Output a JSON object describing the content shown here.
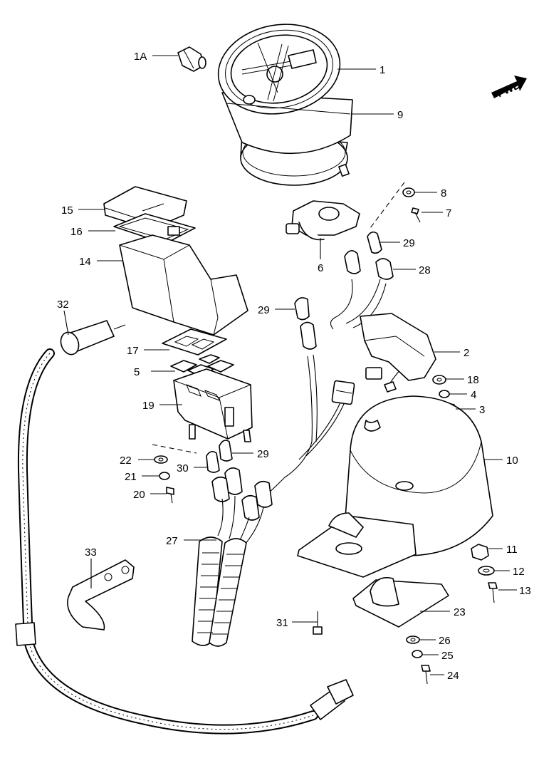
{
  "diagram": {
    "fwd_label": "FWD",
    "callouts": [
      {
        "id": "1A",
        "label": "1A"
      },
      {
        "id": "1",
        "label": "1"
      },
      {
        "id": "9",
        "label": "9"
      },
      {
        "id": "8",
        "label": "8"
      },
      {
        "id": "7",
        "label": "7"
      },
      {
        "id": "15",
        "label": "15"
      },
      {
        "id": "16",
        "label": "16"
      },
      {
        "id": "14",
        "label": "14"
      },
      {
        "id": "29a",
        "label": "29"
      },
      {
        "id": "6",
        "label": "6"
      },
      {
        "id": "28",
        "label": "28"
      },
      {
        "id": "32",
        "label": "32"
      },
      {
        "id": "29b",
        "label": "29"
      },
      {
        "id": "2",
        "label": "2"
      },
      {
        "id": "17",
        "label": "17"
      },
      {
        "id": "18",
        "label": "18"
      },
      {
        "id": "5",
        "label": "5"
      },
      {
        "id": "4",
        "label": "4"
      },
      {
        "id": "19",
        "label": "19"
      },
      {
        "id": "3",
        "label": "3"
      },
      {
        "id": "22",
        "label": "22"
      },
      {
        "id": "29c",
        "label": "29"
      },
      {
        "id": "10",
        "label": "10"
      },
      {
        "id": "30",
        "label": "30"
      },
      {
        "id": "21",
        "label": "21"
      },
      {
        "id": "20",
        "label": "20"
      },
      {
        "id": "27",
        "label": "27"
      },
      {
        "id": "33",
        "label": "33"
      },
      {
        "id": "11",
        "label": "11"
      },
      {
        "id": "12",
        "label": "12"
      },
      {
        "id": "13",
        "label": "13"
      },
      {
        "id": "23",
        "label": "23"
      },
      {
        "id": "31",
        "label": "31"
      },
      {
        "id": "26",
        "label": "26"
      },
      {
        "id": "25",
        "label": "25"
      },
      {
        "id": "24",
        "label": "24"
      }
    ]
  }
}
